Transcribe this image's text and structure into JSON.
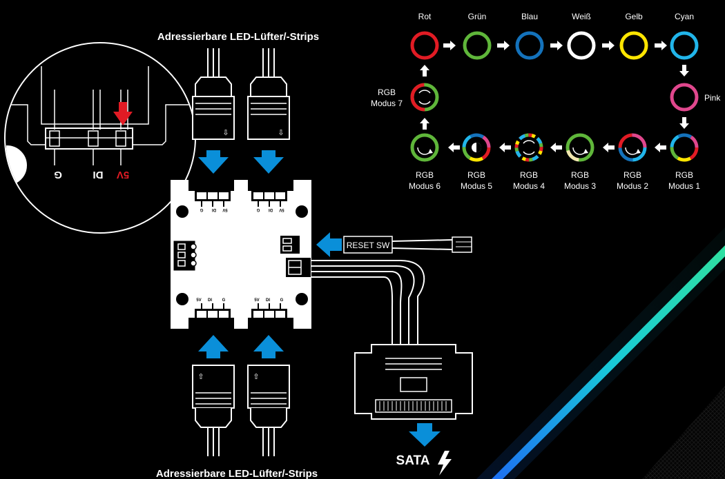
{
  "titles": {
    "top": "Adressierbare LED-Lüfter/-Strips",
    "bottom": "Adressierbare LED-Lüfter/-Strips"
  },
  "zoom_pins": {
    "g": "G",
    "di": "DI",
    "v5": "5V"
  },
  "hub_pins": {
    "g": "G",
    "di": "DI",
    "v5": "5V"
  },
  "reset_label": "RESET SW",
  "sata_label": "SATA",
  "colors_sequence": [
    {
      "name": "Rot",
      "color": "#e11b24"
    },
    {
      "name": "Grün",
      "color": "#5fb63a"
    },
    {
      "name": "Blau",
      "color": "#1472bb"
    },
    {
      "name": "Weiß",
      "color": "#ffffff"
    },
    {
      "name": "Gelb",
      "color": "#ffe500"
    },
    {
      "name": "Cyan",
      "color": "#21b5ea"
    },
    {
      "name": "Pink",
      "color": "#e0478d"
    }
  ],
  "modes": [
    {
      "line1": "RGB",
      "line2": "Modus 1"
    },
    {
      "line1": "RGB",
      "line2": "Modus 2"
    },
    {
      "line1": "RGB",
      "line2": "Modus 3"
    },
    {
      "line1": "RGB",
      "line2": "Modus 4"
    },
    {
      "line1": "RGB",
      "line2": "Modus 5"
    },
    {
      "line1": "RGB",
      "line2": "Modus 6"
    },
    {
      "line1": "RGB",
      "line2": "Modus 7"
    }
  ],
  "accent": {
    "arrow_blue": "#0a8fd9",
    "marker_red": "#e11b24"
  }
}
